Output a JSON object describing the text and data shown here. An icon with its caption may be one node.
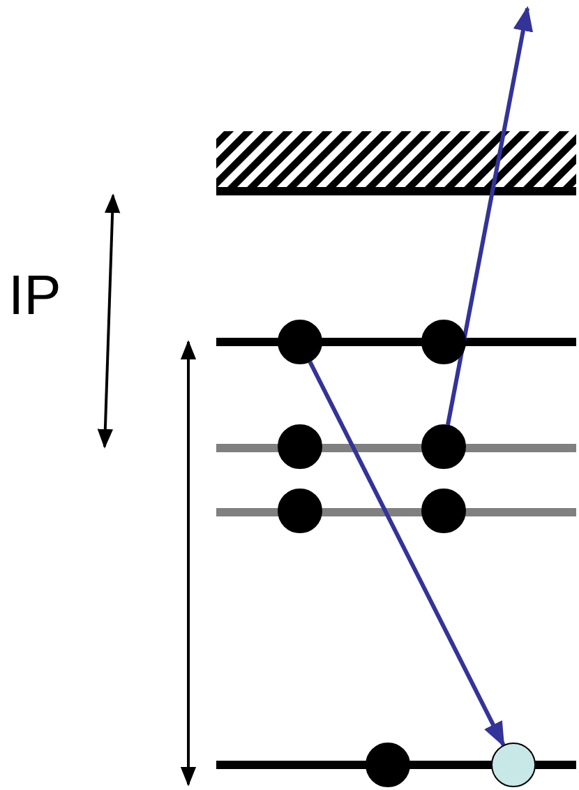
{
  "diagram": {
    "nodes": [
      {
        "text": [],
        "shape": "circle"
      },
      {
        "text": [],
        "shape": "circle"
      },
      {
        "text": [],
        "shape": "circle"
      },
      {
        "text": [],
        "shape": "circle"
      },
      {
        "text": [],
        "shape": "circle"
      },
      {
        "text": [],
        "shape": "circle"
      },
      {
        "text": [],
        "shape": "circle"
      },
      {
        "text": [],
        "shape": "circle"
      }
    ],
    "edges": [
      {
        "from": 0,
        "to": 7,
        "arrow": "to"
      },
      {
        "from": 3,
        "to": null,
        "arrow": "to"
      }
    ],
    "labels": [
      "IP"
    ]
  }
}
